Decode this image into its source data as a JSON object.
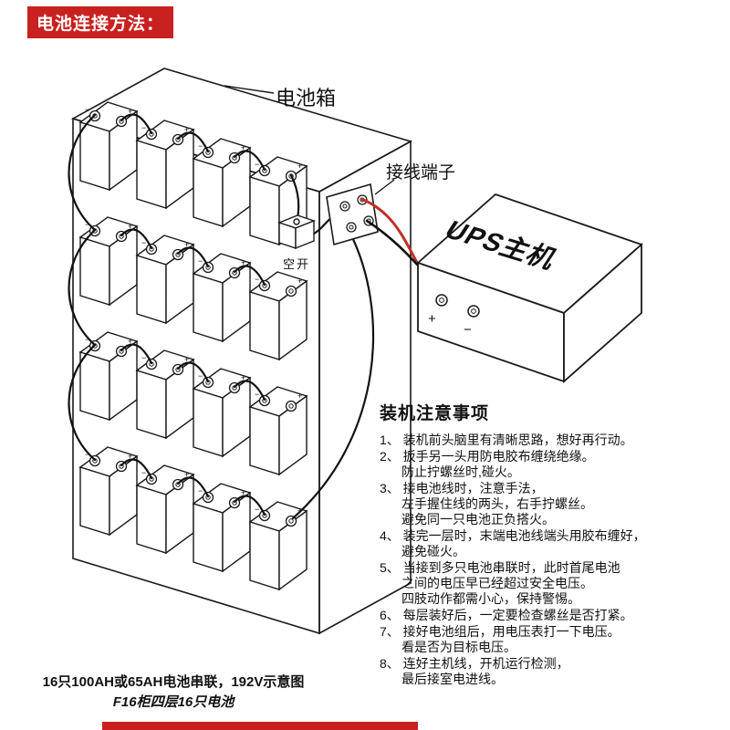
{
  "banner": {
    "title": "电池连接方法："
  },
  "colors": {
    "banner_red": "#c8211f",
    "wire_red": "#c03028",
    "line_black": "#1a1a1a"
  },
  "diagram": {
    "labels": {
      "battery_box": "电池箱",
      "terminal_block": "接线端子",
      "breaker": "空开",
      "ups": "UPS主机",
      "plus": "+",
      "minus": "−"
    },
    "battery_count": 16,
    "rows": 4,
    "columns": 4
  },
  "notes": {
    "title": "装机注意事项",
    "items": [
      "1、 装机前头脑里有清晰思路，想好再行动。",
      "2、 扳手另一头用防电胶布缠绕绝缘。\n防止拧螺丝时,碰火。",
      "3、 接电池线时，注意手法，\n左手握住线的两头，右手拧螺丝。\n避免同一只电池正负搭火。",
      "4、 装完一层时，末端电池线端头用胶布缠好，\n避免碰火。",
      "5、 当接到多只电池串联时，此时首尾电池\n之间的电压早已经超过安全电压。\n四肢动作都需小心，保持警惕。",
      "6、 每层装好后，一定要检查螺丝是否打紧。",
      "7、 接好电池组后，用电压表打一下电压。\n看是否为目标电压。",
      "8、 连好主机线，开机运行检测，\n最后接室电进线。"
    ]
  },
  "caption": {
    "line1": "16只100AH或65AH电池串联，192V示意图",
    "line2": "F16柜四层16只电池"
  }
}
